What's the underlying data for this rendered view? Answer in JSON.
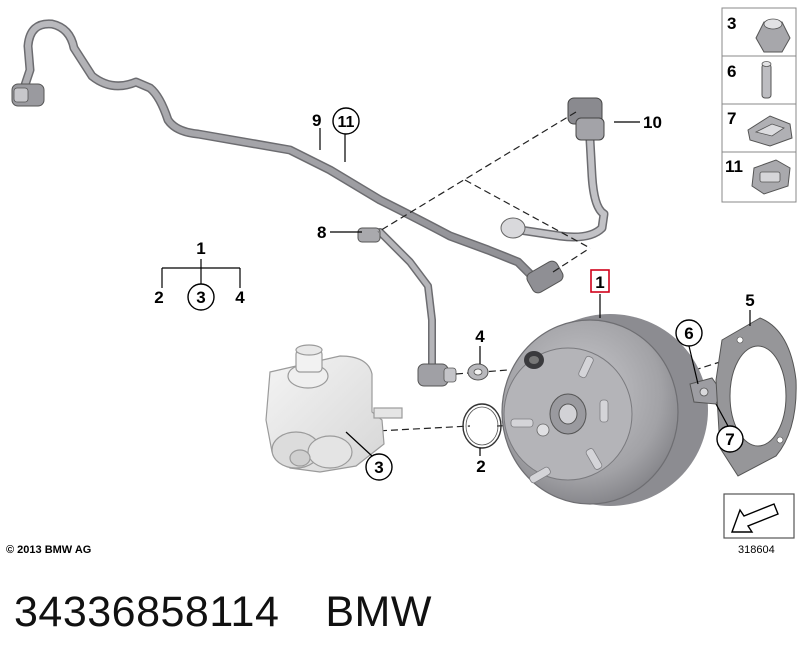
{
  "callouts": {
    "pipe_left": "9",
    "pipe_left_circled": "11",
    "valve_top": "10",
    "hose_connector": "8",
    "legend_parent": "1",
    "legend_left": "2",
    "legend_mid": "3",
    "legend_right": "4",
    "washer": "4",
    "booster": "1",
    "gasket": "5",
    "bracket_top": "6",
    "bracket_bottom": "7",
    "oring": "2",
    "master_cylinder": "3"
  },
  "side_panel": {
    "items": [
      {
        "number": "3",
        "part": "nut"
      },
      {
        "number": "6",
        "part": "stud-pin"
      },
      {
        "number": "7",
        "part": "clip"
      },
      {
        "number": "11",
        "part": "hose-clamp"
      }
    ]
  },
  "copyright": "© 2013 BMW AG",
  "diagram_number": "318604",
  "caption": {
    "part_number": "34336858114",
    "brand": "BMW"
  },
  "colors": {
    "highlight_box": "#d0021b",
    "part_fill": "#a7a7ab",
    "part_light": "#ececec"
  }
}
